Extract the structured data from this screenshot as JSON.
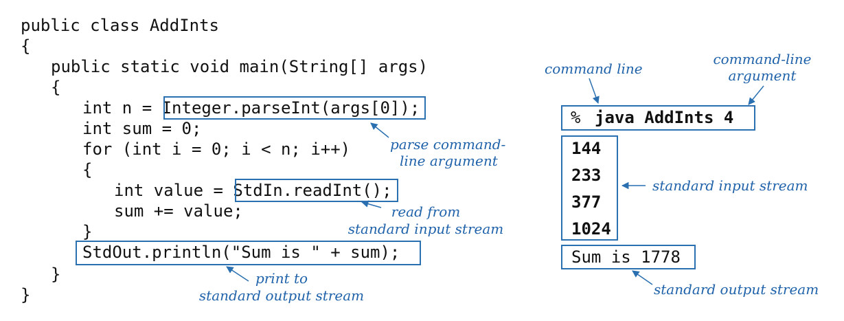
{
  "program": {
    "lines": [
      "public class AddInts",
      "{",
      "public static void main(String[] args)",
      "{",
      "int n = Integer.parseInt(args[0]);",
      "int sum = 0;",
      "for (int i = 0; i < n; i++)",
      "{",
      "int value = StdIn.readInt();",
      "sum += value;",
      "}",
      "StdOut.println(\"Sum is \" + sum);",
      "}",
      "}"
    ]
  },
  "annotations": {
    "parse_arg_l1": "parse command-",
    "parse_arg_l2": "line argument",
    "read_from_l1": "read from",
    "read_from_l2": "standard input stream",
    "print_to_l1": "print to",
    "print_to_l2": "standard output stream",
    "command_line": "command line",
    "cmd_arg_l1": "command-line",
    "cmd_arg_l2": "argument",
    "std_input_stream": "standard input stream",
    "std_output_stream": "standard output stream"
  },
  "terminal": {
    "prompt": "%",
    "command": "java AddInts 4",
    "inputs": [
      "144",
      "233",
      "377",
      "1024"
    ],
    "output": "Sum is 1778"
  },
  "colors": {
    "accent": "#2a6fb0",
    "annotation": "#1f62aa",
    "code": "#111111"
  }
}
